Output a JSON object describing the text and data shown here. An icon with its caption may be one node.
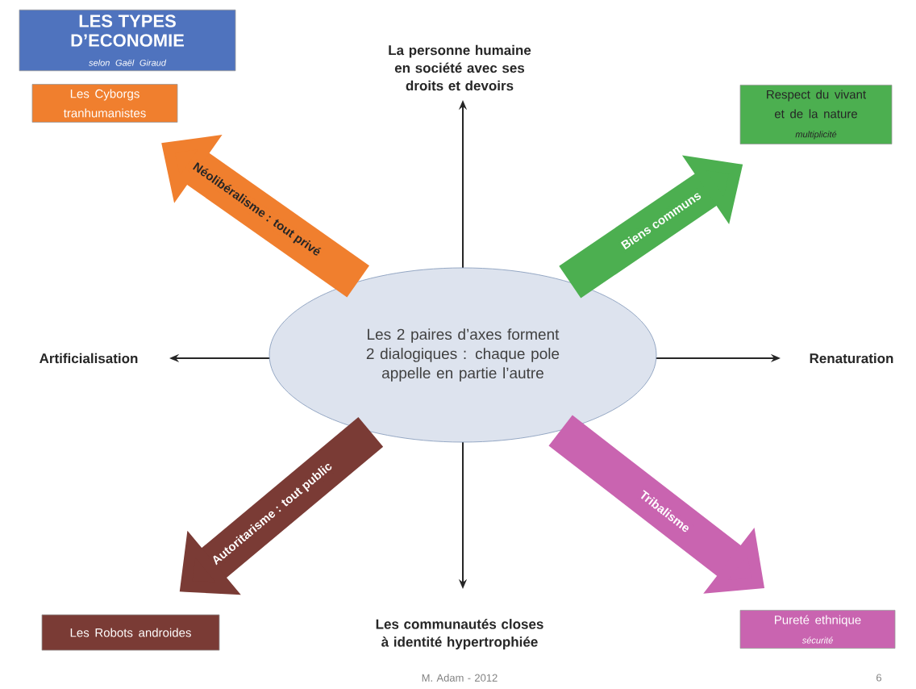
{
  "diagram": {
    "nodes": [
      {
        "text": [
          "LES TYPES D’ECONOMIE",
          "selon Gaël Giraud"
        ]
      },
      {
        "text": [
          "Les Cyborgs tranhumanistes"
        ]
      },
      {
        "text": [
          "Respect du vivant et de la nature",
          "multiplicité"
        ]
      },
      {
        "text": [
          "Les Robots androides"
        ]
      },
      {
        "text": [
          "Pureté ethnique",
          "sécurité"
        ]
      },
      {
        "text": [
          "Les 2 paires d’axes forment 2 dialogiques : chaque pole appelle en partie l’autre"
        ]
      }
    ],
    "edges": [
      {
        "from": 5,
        "to": 1,
        "arrow": "to",
        "label": "Néolibéralisme : tout privé",
        "color": "#f07f2e"
      },
      {
        "from": 5,
        "to": 2,
        "arrow": "to",
        "label": "Biens communs",
        "color": "#4caf50"
      },
      {
        "from": 5,
        "to": 3,
        "arrow": "to",
        "label": "Autoritarisme : tout public",
        "color": "#7a3b35"
      },
      {
        "from": 5,
        "to": 4,
        "arrow": "to",
        "label": "Tribalisme",
        "color": "#c964b0"
      }
    ],
    "labels": [
      "La personne humaine en société avec ses droits et devoirs",
      "Artificialisation",
      "Renaturation",
      "Les communautés closes à identité hypertrophiée",
      "M. Adam - 2012",
      "6"
    ]
  }
}
